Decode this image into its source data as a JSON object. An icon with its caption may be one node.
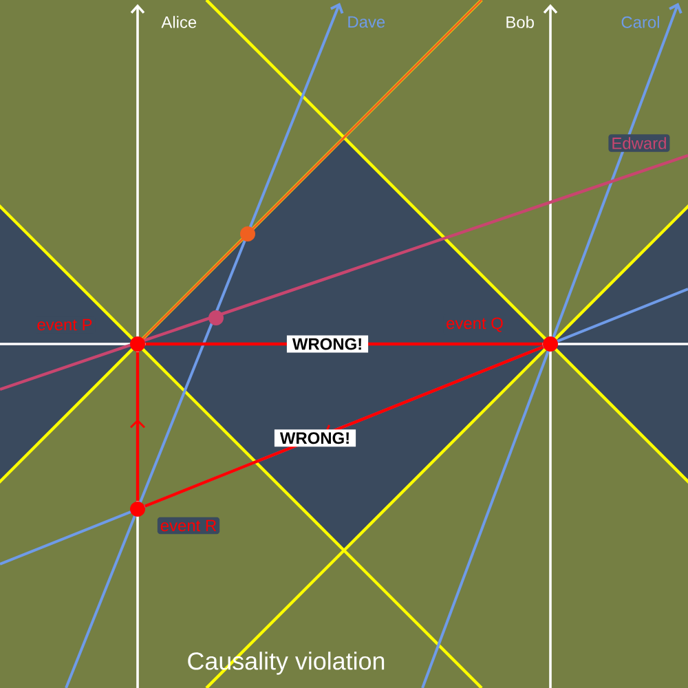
{
  "diagram": {
    "caption": "Causality violation",
    "nodes": [
      {
        "text": [],
        "shape": "circle",
        "beside": [
          "event P"
        ]
      },
      {
        "text": [],
        "shape": "circle",
        "beside": [
          "event Q"
        ]
      },
      {
        "text": [],
        "shape": "circle",
        "beside": [
          "event R"
        ]
      }
    ],
    "edges": [
      {
        "from": 0,
        "to": 1,
        "arrow": "none",
        "label": "WRONG!"
      },
      {
        "from": 1,
        "to": 2,
        "arrow": "to",
        "label": "WRONG!"
      },
      {
        "from": 2,
        "to": 0,
        "arrow": "to"
      }
    ],
    "labels": [
      "Alice",
      "Dave",
      "Bob",
      "Carol",
      "Edward"
    ]
  }
}
